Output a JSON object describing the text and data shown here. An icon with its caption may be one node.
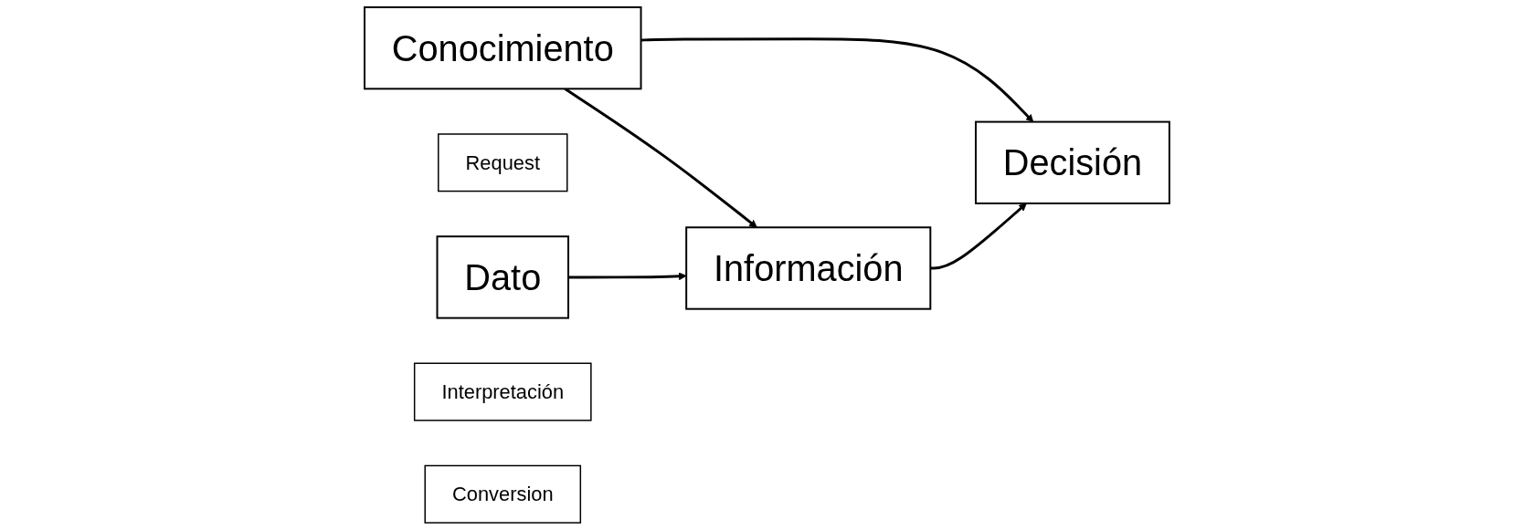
{
  "diagram": {
    "nodes": [
      {
        "text": [
          "Conocimiento"
        ]
      },
      {
        "text": [
          "Request"
        ]
      },
      {
        "text": [
          "Dato"
        ]
      },
      {
        "text": [
          "Interpretación"
        ]
      },
      {
        "text": [
          "Decisión"
        ]
      },
      {
        "text": [
          "Conversion"
        ]
      },
      {
        "text": [
          "Información"
        ]
      }
    ],
    "edges": [
      {
        "from": 0,
        "to": 6,
        "arrow": "to"
      },
      {
        "from": 0,
        "to": 4,
        "arrow": "to"
      },
      {
        "from": 2,
        "to": 6,
        "arrow": "to"
      },
      {
        "from": 6,
        "to": 4,
        "arrow": "to"
      }
    ]
  }
}
